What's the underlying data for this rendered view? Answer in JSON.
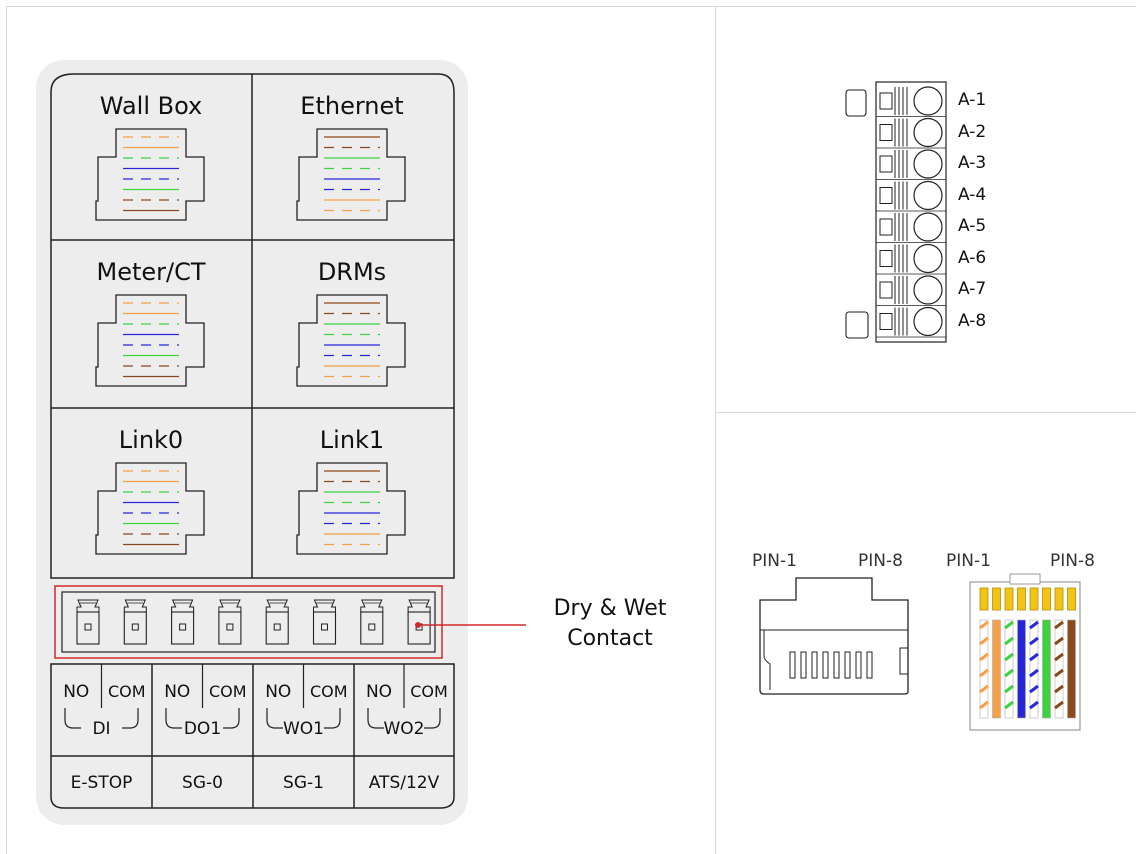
{
  "ports": [
    {
      "label": "Wall Box"
    },
    {
      "label": "Ethernet"
    },
    {
      "label": "Meter/CT"
    },
    {
      "label": "DRMs"
    },
    {
      "label": "Link0"
    },
    {
      "label": "Link1"
    }
  ],
  "dry_wet_label": [
    "Dry & Wet",
    "Contact"
  ],
  "contact_groups": [
    {
      "no": "NO",
      "com": "COM",
      "pair": "DI",
      "bottom": "E-STOP"
    },
    {
      "no": "NO",
      "com": "COM",
      "pair": "DO1",
      "bottom": "SG-0"
    },
    {
      "no": "NO",
      "com": "COM",
      "pair": "WO1",
      "bottom": "SG-1"
    },
    {
      "no": "NO",
      "com": "COM",
      "pair": "WO2",
      "bottom": "ATS/12V"
    }
  ],
  "terminal_labels": [
    "A-1",
    "A-2",
    "A-3",
    "A-4",
    "A-5",
    "A-6",
    "A-7",
    "A-8"
  ],
  "rj45_labels": {
    "left_pin1": "PIN-1",
    "left_pin8": "PIN-8",
    "right_pin1": "PIN-1",
    "right_pin8": "PIN-8"
  },
  "colors": {
    "panel_bg": "#ededed",
    "callout_box": "#d12a2a",
    "wire_orange": "#f4a14a",
    "wire_green": "#3fd23f",
    "wire_blue": "#2626d8",
    "wire_brown": "#8a4a1c"
  }
}
